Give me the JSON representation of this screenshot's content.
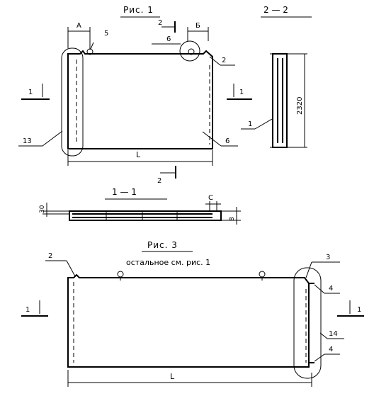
{
  "fig1": {
    "title": "Рис. 1",
    "label_A": "А",
    "label_5": "5",
    "label_6_top": "6",
    "label_B": "Б",
    "label_2_section": "2",
    "label_2": "2",
    "label_1_left": "1",
    "label_1_right": "1",
    "label_13": "13",
    "label_6": "6",
    "label_L": "L",
    "label_2_bottom": "2"
  },
  "section22": {
    "title": "2 — 2",
    "label_1": "1",
    "dim": "2320"
  },
  "section11": {
    "title": "1 — 1",
    "dim_30": "30",
    "label_C": "С",
    "dim_8": "8"
  },
  "fig3": {
    "title": "Рис. 3",
    "note": "остальное см. рис. 1",
    "label_2": "2",
    "label_3": "3",
    "label_4_top": "4",
    "label_1_left": "1",
    "label_1_right": "1",
    "label_14": "14",
    "label_4_bottom": "4",
    "label_L": "L"
  }
}
